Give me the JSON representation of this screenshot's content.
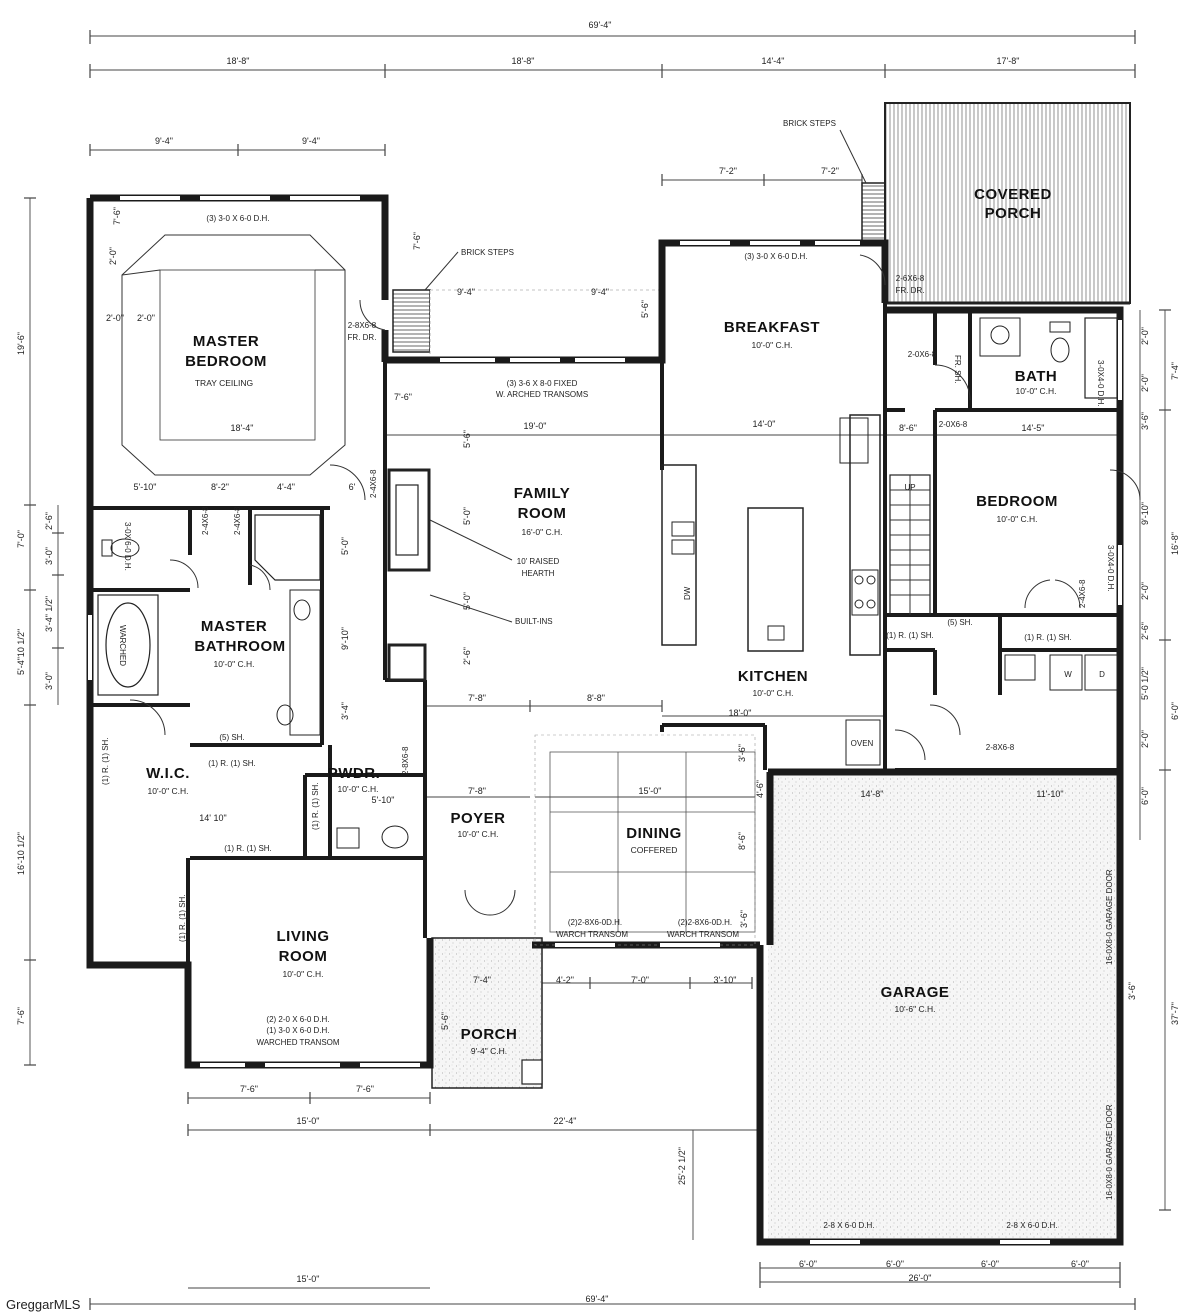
{
  "watermark": "GreggarMLS",
  "dims": {
    "top_total": "69'-4\"",
    "top_seg1": "18'-8\"",
    "top_seg2": "18'-8\"",
    "top_seg3": "14'-4\"",
    "top_seg4": "17'-8\"",
    "top_mb1": "9'-4\"",
    "top_mb2": "9'-4\"",
    "porch_w1": "7'-2\"",
    "porch_w2": "7'-2\"",
    "deck_w1": "9'-4\"",
    "deck_w2": "9'-4\"",
    "steps_h": "7'-6\"",
    "deck_h": "5'-6\"",
    "fr_w": "7'-6\"",
    "mb_w": "18'-4\"",
    "mb_side1": "2'-0\"",
    "mb_side2": "2'-0\"",
    "mb_top_side1": "2'-0\"",
    "mb_top_side2": "7'-6\"",
    "mb_row1": "5'-10\"",
    "mb_row2": "8'-2\"",
    "mb_row3": "4'-4\"",
    "mb_row4": "6'",
    "fr_top": "19'-0\"",
    "k_top": "14'-0\"",
    "bed_top": "14'-5\"",
    "bed_left": "8'-6\"",
    "fr_v1": "5'-6\"",
    "fr_v2": "5'-0\"",
    "fr_v3": "5'-0\"",
    "fr_v4": "2'-6\"",
    "hall_v1": "5'-0\"",
    "hall_v2": "9'-10\"",
    "hall_v3": "3'-4\"",
    "mid1": "7'-8\"",
    "mid2": "8'-8\"",
    "k_w": "18'-0\"",
    "foyer_w": "7'-8\"",
    "dining_w": "15'-0\"",
    "dining_v1": "3'-6\"",
    "dining_v2": "8'-6\"",
    "dining_v3": "3'-6\"",
    "dining_v4": "4'-6\"",
    "pwdr_w": "5'-10\"",
    "wic_w": "14'  10\"",
    "garage_w1": "14'-8\"",
    "garage_w2": "11'-10\"",
    "porch_top1": "7'-4\"",
    "porch_top2": "4'-2\"",
    "porch_top3": "7'-0\"",
    "porch_top4": "3'-10\"",
    "porch_v": "5'-6\"",
    "lr_w1": "7'-6\"",
    "lr_w2": "7'-6\"",
    "bot_15a": "15'-0\"",
    "bot_22": "22'-4\"",
    "bot_25": "25'-2 1/2\"",
    "bot_15b": "15'-0\"",
    "bot_total": "69'-4\"",
    "bot_26": "26'-0\"",
    "g_bot1": "6'-0\"",
    "g_bot2": "6'-0\"",
    "g_bot3": "6'-0\"",
    "g_bot4": "6'-0\"",
    "left_1": "19'-6\"",
    "left_2": "7'-0\"",
    "left_3": "5'-4\"10 1/2\"",
    "left_4": "16'-10 1/2\"",
    "left_5": "7'-6\"",
    "left_i1": "2'-6\"",
    "left_i2": "3'-0\"",
    "left_i3": "3'-4\" 1/2\"",
    "left_i4": "3'-0\"",
    "right_1": "7'-4\"",
    "right_2": "16'-8\"",
    "right_3": "6'-0\"",
    "right_4": "37'-7\"",
    "right_i1": "2'-0\"",
    "right_i2": "2'-0\"",
    "right_i3": "3'-6\"",
    "right_i4": "9'-10\"",
    "right_i5": "2'-0\"",
    "right_i6": "2'-6\"",
    "right_i7": "5'-0 1/2\"",
    "right_i8": "2'-0\"",
    "right_i9": "6'-0\"",
    "right_i10": "3'-6\""
  },
  "rooms": {
    "covered_porch_1": "COVERED",
    "covered_porch_2": "PORCH",
    "master_bedroom_1": "MASTER",
    "master_bedroom_2": "BEDROOM",
    "master_bedroom_sub": "TRAY CEILING",
    "breakfast": "BREAKFAST",
    "breakfast_sub": "10'-0\" C.H.",
    "bath": "BATH",
    "bath_sub": "10'-0\" C.H.",
    "family_1": "FAMILY",
    "family_2": "ROOM",
    "family_sub": "16'-0\" C.H.",
    "bedroom": "BEDROOM",
    "bedroom_sub": "10'-0\" C.H.",
    "master_bath_1": "MASTER",
    "master_bath_2": "BATHROOM",
    "master_bath_sub": "10'-0\" C.H.",
    "kitchen": "KITCHEN",
    "kitchen_sub": "10'-0\" C.H.",
    "wic": "W.I.C.",
    "wic_sub": "10'-0\" C.H.",
    "pwdr": "PWDR.",
    "pwdr_sub": "10'-0\" C.H.",
    "foyer": "POYER",
    "foyer_sub": "10'-0\" C.H.",
    "dining": "DINING",
    "dining_sub": "COFFERED",
    "living_1": "LIVING",
    "living_2": "ROOM",
    "living_sub": "10'-0\" C.H.",
    "garage": "GARAGE",
    "garage_sub": "10'-6\" C.H.",
    "porch": "PORCH",
    "porch_sub": "9'-4\" C.H."
  },
  "notes": {
    "brick_steps_top": "BRICK STEPS",
    "brick_steps_mid": "BRICK STEPS",
    "mb_window": "(3) 3-0 X 6-0 D.H.",
    "bk_window": "(3) 3-0 X 6-0 D.H.",
    "mb_frdr_1": "2-8X6-8",
    "mb_frdr_2": "FR. DR.",
    "cp_frdr_1": "2-6X6-8",
    "cp_frdr_2": "FR. DR.",
    "fr_transom_1": "(3) 3-6 X 8-0 FIXED",
    "fr_transom_2": "W. ARCHED TRANSOMS",
    "hearth_1": "10' RAISED",
    "hearth_2": "HEARTH",
    "builtins": "BUILT-INS",
    "door_2068": "2-0X6-8",
    "door_2068b": "2-0X6-8",
    "fr_sh": "FR. SH.",
    "stair_up": "UP",
    "dw": "DW",
    "oven": "OVEN",
    "shelf_1r1sh_bed": "(1) R. (1) SH.",
    "shelf_1r1sh_bed2": "(1) R. (1) SH.",
    "shelf_5sh": "(5) SH.",
    "shelf_5sh_mb": "(5) SH.",
    "washer": "W",
    "dryer": "D",
    "door_2868": "2-8X6-8",
    "wic_shelf1": "(1) R. (1) SH.",
    "wic_shelf2": "(1) R. (1) SH.",
    "wic_shelf3": "(1) R. (1) SH.",
    "wic_shelf4": "(1) R. (1) SH.",
    "wic_shelf5": "(1) R. (1) SH.",
    "din_win1_1": "(2)2-8X6-0D.H.",
    "din_win1_2": "WARCH  TRANSOM",
    "din_win2_1": "(2)2-8X6-0D.H.",
    "din_win2_2": "WARCH  TRANSOM",
    "lr_win_1": "(2) 2-0 X 6-0 D.H.",
    "lr_win_2": "(1) 3-0 X 6-0 D.H.",
    "lr_win_3": "WARCHED TRANSOM",
    "g_win1": "2-8 X 6-0 D.H.",
    "g_win2": "2-8 X 6-0 D.H.",
    "g_door1": "16-0X8-0 GARAGE DOOR",
    "g_door2": "16-0X8-0 GARAGE DOOR",
    "door_2468": "2-4X6-8",
    "door_2468b": "2-4X6-8",
    "door_2468c": "2-4X6-8",
    "door_2468d": "2-4X6-8",
    "door_2868b": "2-8X6-8",
    "mb_win_side": "3-0X 6-0 D.H.",
    "bed_win_side": "3-0X4-0 D.H.",
    "bath_win": "3-0X4-0 D.H.",
    "tub": "WARCHED"
  }
}
